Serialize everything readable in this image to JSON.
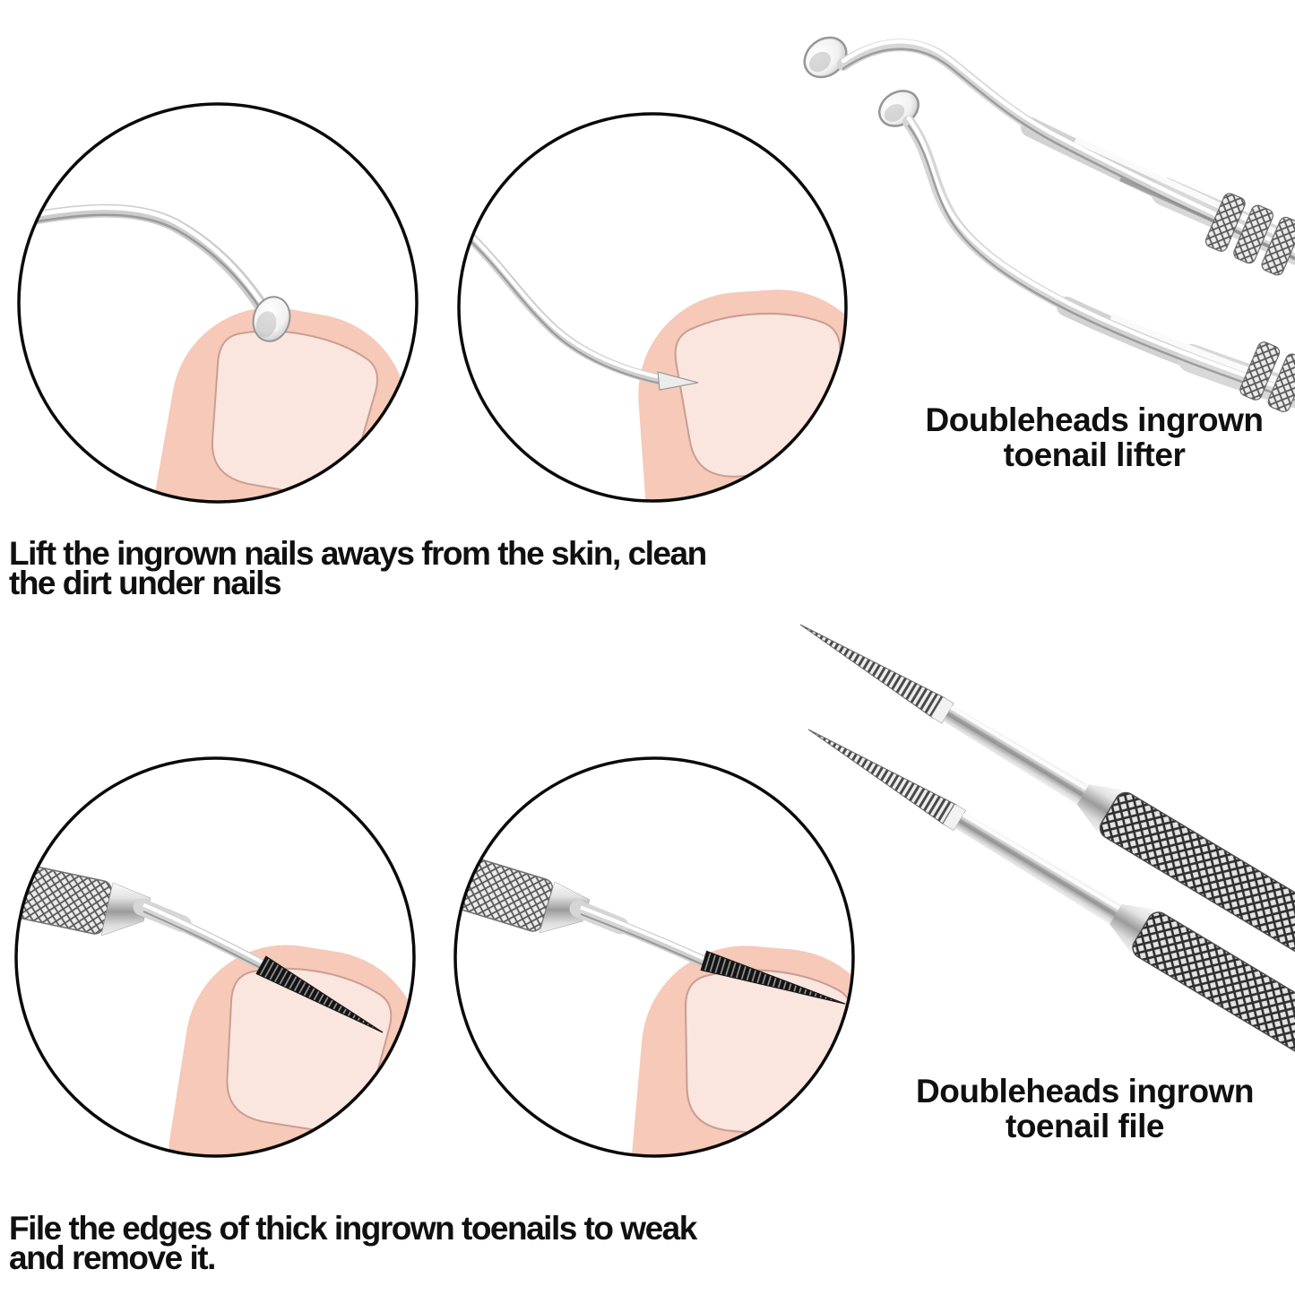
{
  "colors": {
    "background": "#ffffff",
    "skin": "#f6c9b8",
    "nail": "#fbe6df",
    "nail_outline": "#c99e93",
    "line": "#0a0a0a",
    "text": "#101010"
  },
  "captions": {
    "lift": {
      "line1": "Lift the ingrown nails aways from the skin, clean",
      "line2": "the dirt under nails"
    },
    "file": {
      "line1": "File the edges of thick ingrown toenails to weak",
      "line2": "and remove it."
    }
  },
  "labels": {
    "lifter": {
      "line1": "Doubleheads ingrown",
      "line2": "toenail lifter"
    },
    "file": {
      "line1": "Doubleheads ingrown",
      "line2": "toenail file"
    }
  }
}
